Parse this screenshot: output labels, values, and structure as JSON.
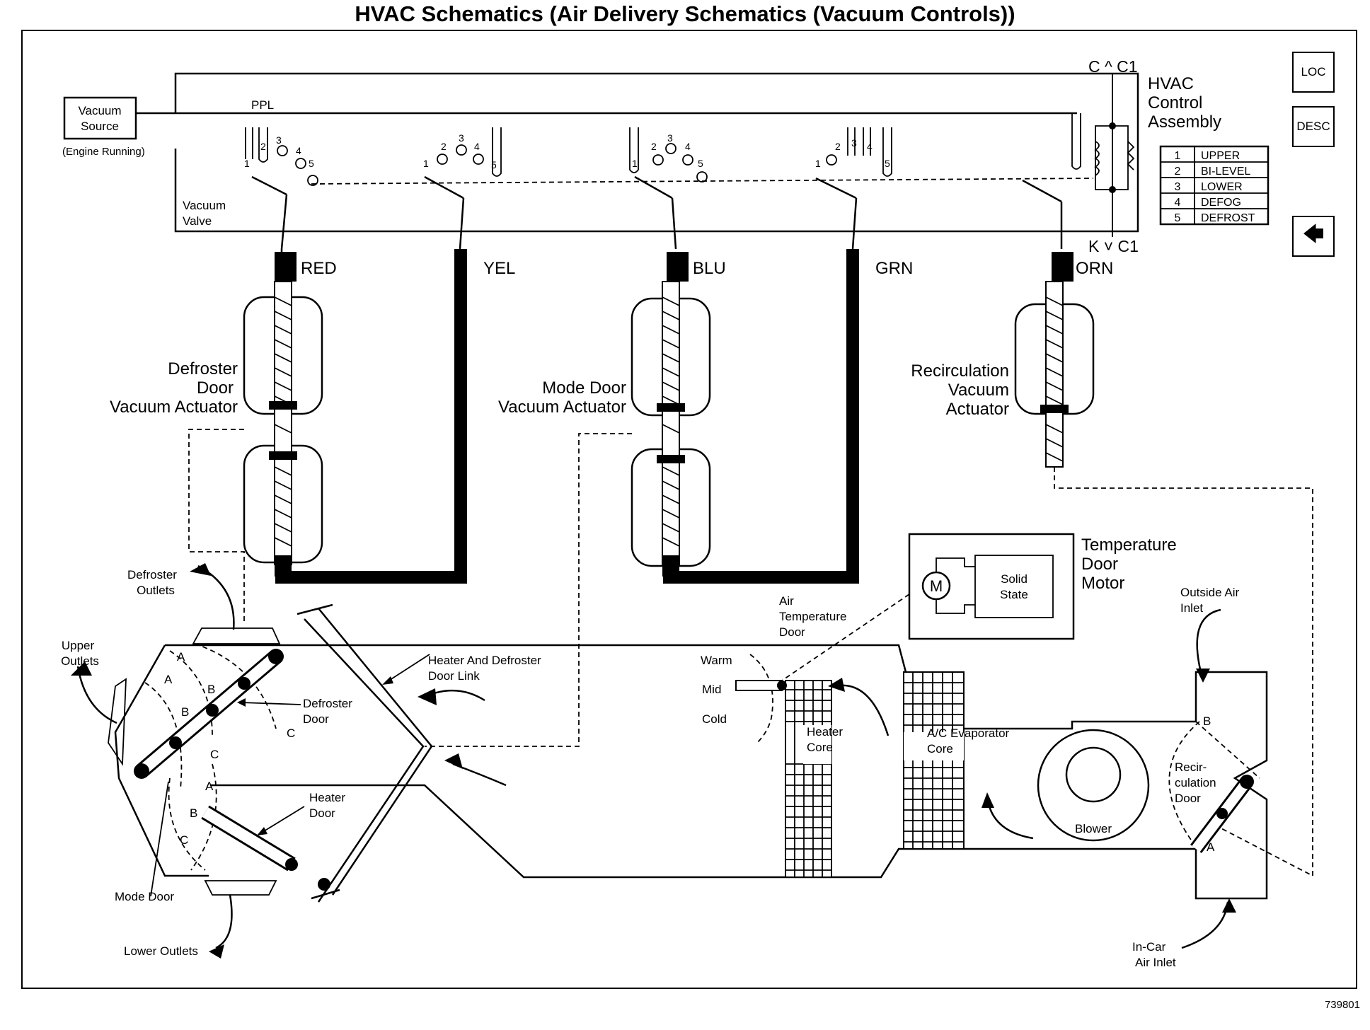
{
  "title": "HVAC Schematics (Air Delivery Schematics (Vacuum Controls))",
  "figure_id": "739801",
  "nav": {
    "loc_label": "LOC",
    "desc_label": "DESC"
  },
  "labels": {
    "vacuum_source": "Vacuum Source",
    "engine_running": "(Engine Running)",
    "ppl": "PPL",
    "vacuum_valve": "Vacuum Valve",
    "c_c1_top": "C ^ C1",
    "k_c1_bottom": "K ˅ C1",
    "hvac_control": "HVAC Control Assembly",
    "defroster_actuator": "Defroster Door Vacuum Actuator",
    "mode_actuator": "Mode Door Vacuum Actuator",
    "recirc_actuator": "Recirculation Vacuum Actuator",
    "temp_motor": "Temperature Door Motor",
    "solid_state": "Solid State",
    "motor_m": "M",
    "defroster_outlets": "Defroster Outlets",
    "upper_outlets": "Upper Outlets",
    "lower_outlets": "Lower Outlets",
    "mode_door": "Mode Door",
    "defroster_door": "Defroster Door",
    "heater_door": "Heater Door",
    "door_link": "Heater And Defroster Door Link",
    "air_temp_door": "Air Temperature Door",
    "warm": "Warm",
    "mid": "Mid",
    "cold": "Cold",
    "heater_core": "Heater Core",
    "ac_evap": "A/C Evaporator Core",
    "blower": "Blower",
    "recirc_door": "Recir- culation Door",
    "outside_air": "Outside Air Inlet",
    "incar_air": "In-Car Air Inlet"
  },
  "hoses": [
    "RED",
    "YEL",
    "BLU",
    "GRN",
    "ORN"
  ],
  "modes": [
    {
      "num": "1",
      "name": "UPPER"
    },
    {
      "num": "2",
      "name": "BI-LEVEL"
    },
    {
      "num": "3",
      "name": "LOWER"
    },
    {
      "num": "4",
      "name": "DEFOG"
    },
    {
      "num": "5",
      "name": "DEFROST"
    }
  ],
  "port_numbers": [
    "1",
    "2",
    "3",
    "4",
    "5"
  ],
  "door_positions": [
    "A",
    "B",
    "C"
  ]
}
